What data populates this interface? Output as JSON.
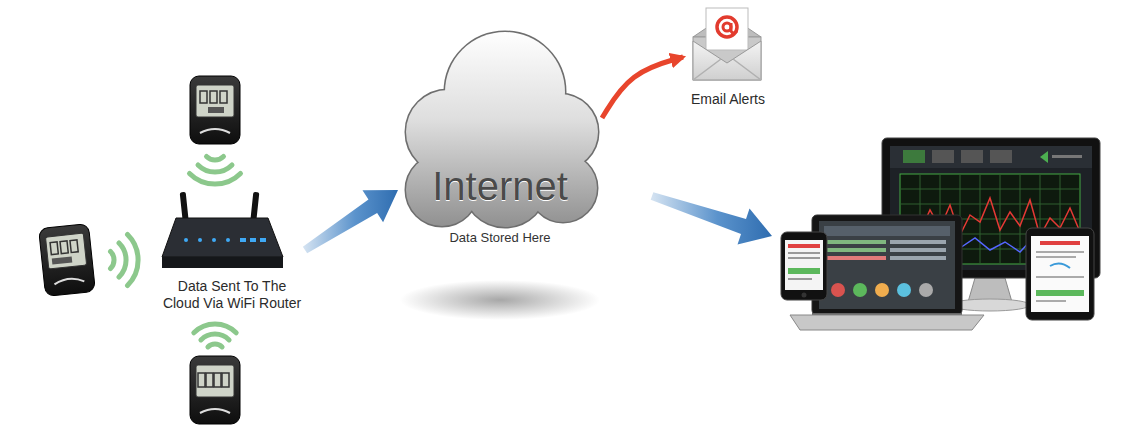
{
  "diagram": {
    "nodes": [
      {
        "text": [
          "Data Sent To The Cloud Via WiFi Router"
        ]
      },
      {
        "text": [
          "Internet",
          "Data Stored Here"
        ]
      },
      {
        "text": [
          "Email Alerts"
        ]
      }
    ],
    "edges": [
      {
        "from": 0,
        "to": 1,
        "arrow": "to"
      },
      {
        "from": 1,
        "to": 2,
        "arrow": "to"
      }
    ]
  }
}
